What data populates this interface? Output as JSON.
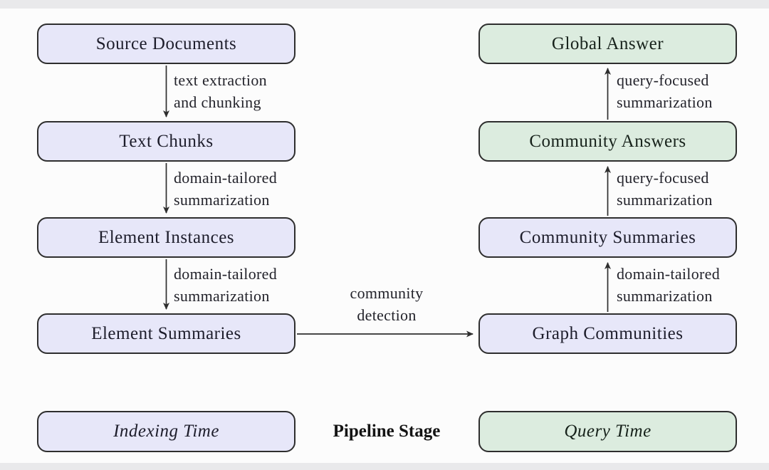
{
  "nodes": {
    "source_documents": "Source Documents",
    "text_chunks": "Text Chunks",
    "element_instances": "Element Instances",
    "element_summaries": "Element Summaries",
    "global_answer": "Global Answer",
    "community_answers": "Community Answers",
    "community_summaries": "Community Summaries",
    "graph_communities": "Graph Communities"
  },
  "edges": {
    "source_to_chunks": "text extraction\nand chunking",
    "chunks_to_instances": "domain-tailored\nsummarization",
    "instances_to_summaries": "domain-tailored\nsummarization",
    "summaries_to_communities": "community\ndetection",
    "communities_to_comm_summaries": "domain-tailored\nsummarization",
    "comm_summaries_to_comm_answers": "query-focused\nsummarization",
    "comm_answers_to_global": "query-focused\nsummarization"
  },
  "legend": {
    "indexing_time": "Indexing Time",
    "pipeline_stage": "Pipeline Stage",
    "query_time": "Query Time"
  },
  "colors": {
    "indexing_fill": "#e7e7f9",
    "query_fill": "#dcecdf",
    "node_border": "#2e2e2e",
    "text": "#1d1d2b",
    "background": "#fcfcfc"
  }
}
